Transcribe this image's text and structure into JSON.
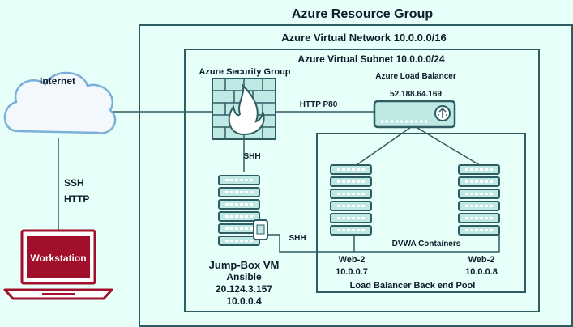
{
  "colors": {
    "background": "#e6fff9",
    "box_stroke": "#2f5c63",
    "server_fill": "#bfe9e4",
    "server_stroke": "#2f5c63",
    "laptop_red": "#a10f2b",
    "cloud_fill": "#f3f8fc",
    "cloud_stroke": "#7ab0d8"
  },
  "titles": {
    "resource_group": "Azure Resource Group",
    "virtual_network": "Azure Virtual Network 10.0.0.0/16",
    "virtual_subnet": "Azure Virtual Subnet 10.0.0.0/24"
  },
  "internet": {
    "label": "Internet"
  },
  "workstation": {
    "label": "Workstation",
    "conn_ssh": "SSH",
    "conn_http": "HTTP"
  },
  "security_group": {
    "label": "Azure Security Group",
    "link_out": "HTTP P80",
    "link_down": "SHH"
  },
  "load_balancer": {
    "label": "Azure Load Balancer",
    "ip": "52.188.64.169"
  },
  "jumpbox": {
    "name": "Jump-Box VM",
    "role": "Ansible",
    "public_ip": "20.124.3.157",
    "private_ip": "10.0.0.4",
    "link_label": "SHH"
  },
  "pool": {
    "title": "Load Balancer Back end Pool",
    "containers_label": "DVWA Containers",
    "servers": [
      {
        "name": "Web-2",
        "ip": "10.0.0.7"
      },
      {
        "name": "Web-2",
        "ip": "10.0.0.8"
      }
    ]
  }
}
